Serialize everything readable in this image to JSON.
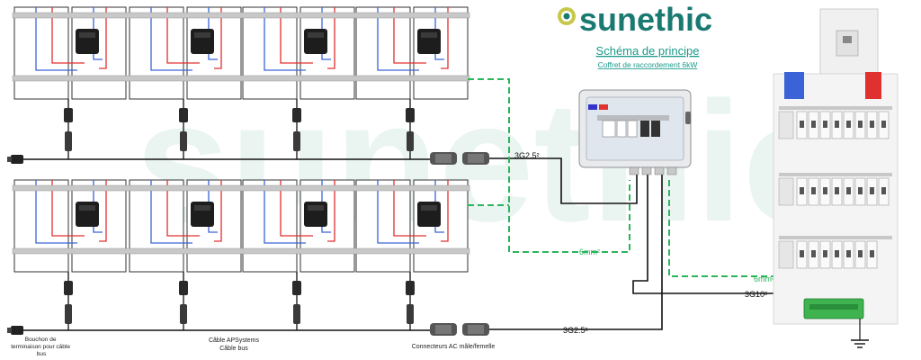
{
  "brand": {
    "name": "sunethic",
    "color": "#1a7a72",
    "logo_icon": "sun-flower-icon"
  },
  "header": {
    "title": "Schéma de principe",
    "subtitle": "Coffret de raccordement 6kW",
    "color": "#1a9a8a"
  },
  "labels": {
    "cable_top": "3G2.5²",
    "cable_bottom": "3G2.5²",
    "earth_main": "6mm²",
    "earth_panel": "6mm²",
    "cable_panel": "3G10²",
    "end_cap": "Bouchon de terminaison pour câble bus",
    "bus_cable_line1": "Câble APSystems",
    "bus_cable_line2": "Câble bus",
    "ac_connectors": "Connecteurs AC mâle/femelle"
  },
  "colors": {
    "earth_green": "#2ab55a",
    "cable_black": "#111111",
    "wire_blue": "#3a63d8",
    "wire_red": "#e03030",
    "rail": "#c8c8c8",
    "watermark": "#e8f4f1"
  }
}
